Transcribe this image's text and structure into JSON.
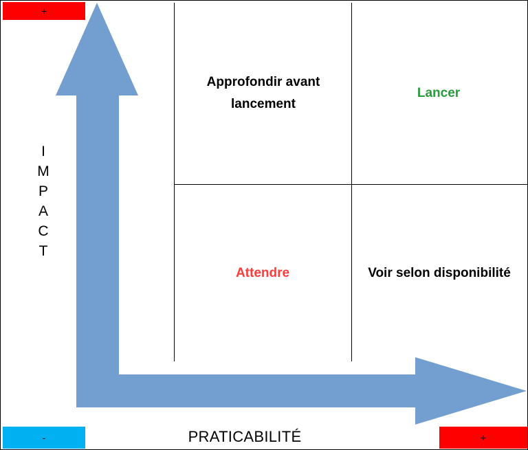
{
  "markers": {
    "y_plus": "+",
    "x_minus": "-",
    "x_plus": "+"
  },
  "axes": {
    "y_label_letters": [
      "I",
      "M",
      "P",
      "A",
      "C",
      "T"
    ],
    "x_label": "PRATICABILITÉ"
  },
  "quadrants": {
    "top_left": "Approfondir avant lancement",
    "top_right": "Lancer",
    "bottom_left": "Attendre",
    "bottom_right": "Voir selon disponibilité"
  },
  "colors": {
    "arrow": "#729fcf",
    "marker_red": "#ff0000",
    "marker_blue": "#00b0f0",
    "green_text": "#2a9a3a",
    "red_text": "#ff3b3b"
  }
}
